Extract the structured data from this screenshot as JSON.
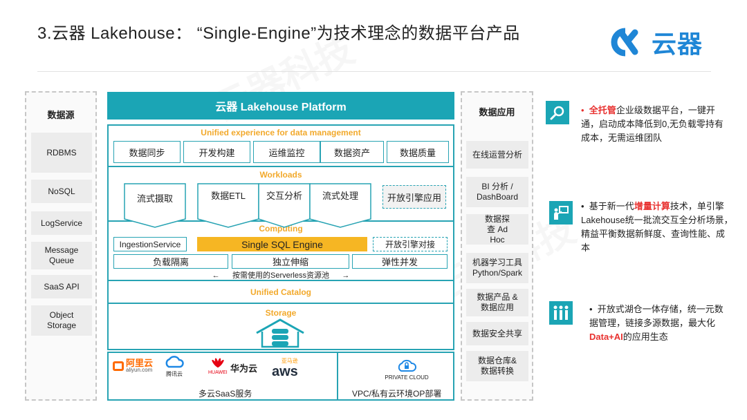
{
  "title": "3.云器 Lakehouse：  “Single-Engine”为技术理念的数据平台产品",
  "logo": {
    "text": "云器",
    "color": "#1f86d6"
  },
  "watermark": "云器科技",
  "sources": {
    "title": "数据源",
    "items": [
      "RDBMS",
      "NoSQL",
      "LogService",
      "Message Queue",
      "SaaS API",
      "Object Storage"
    ]
  },
  "apps": {
    "title": "数据应用",
    "items": [
      "在线运营分析",
      "BI 分析 / DashBoard",
      "数据探查 Ad Hoc",
      "机器学习工具 Python/Spark",
      "数据产品 & 数据应用",
      "数据安全共享",
      "数据仓库& 数据转换"
    ]
  },
  "platform": {
    "header": "云器 Lakehouse Platform",
    "unified_label": "Unified experience for data management",
    "unified_items": [
      "数据同步",
      "开发构建",
      "运维监控",
      "数据资产",
      "数据质量"
    ],
    "workloads_label": "Workloads",
    "workloads": [
      "流式摄取",
      "数据ETL",
      "交互分析",
      "流式处理"
    ],
    "open_engine_app": "开放引擎应用",
    "computing_label": "Computing",
    "ingestion": "IngestionService",
    "engine": "Single SQL Engine",
    "open_engine_connect": "开放引擎对接",
    "features": [
      "负载隔离",
      "独立伸缩",
      "弹性并发"
    ],
    "serverless": "按需使用的Serverless资源池",
    "catalog": "Unified Catalog",
    "storage": "Storage"
  },
  "clouds": {
    "vendors": {
      "aliyun": "阿里云",
      "aliyun_sub": "aliyun.com",
      "tencent": "腾讯云",
      "huawei": "华为云",
      "huawei_sub": "HUAWEI",
      "amazon": "亚马逊",
      "aws": "aws",
      "private": "PRIVATE CLOUD"
    },
    "saas_caption": "多云SaaS服务",
    "vpc_caption": "VPC/私有云环境OP部署"
  },
  "notes": [
    {
      "bullet": "•",
      "highlight": "全托管",
      "text": "企业级数据平台，一键开通，启动成本降低到0,无负载零持有成本，无需运维团队"
    },
    {
      "bullet": "•",
      "prefix": "基于新一代",
      "highlight": "增量计算",
      "text": "技术，单引擎Lakehouse统一批流交互全分析场景，精益平衡数据新鲜度、查询性能、成本"
    },
    {
      "bullet": "•",
      "prefix": "开放式湖仓一体存储，统一元数据管理，链接多源数据，最大化",
      "highlight": "Data+AI",
      "text": "的应用生态"
    }
  ],
  "colors": {
    "teal": "#1ba5b5",
    "orange": "#f2a92b",
    "engine": "#f6b623",
    "red": "#e8312f"
  }
}
